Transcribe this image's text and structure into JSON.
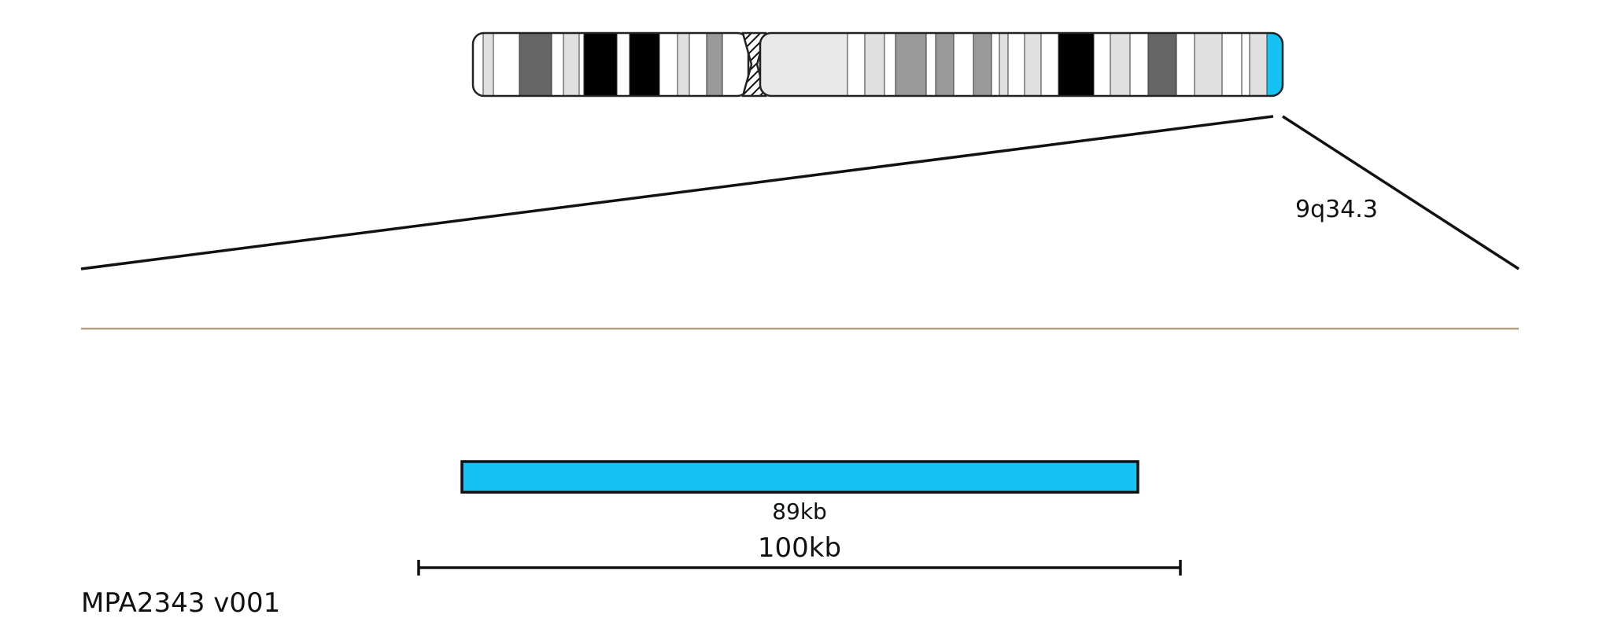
{
  "diagram": {
    "chromosome": "9",
    "band_label": "9q34.3",
    "probe_size_label": "89kb",
    "scale_label": "100kb",
    "product_code": "MPA2343 v001"
  },
  "colors": {
    "highlight": "#16c1f3",
    "outline": "#222222",
    "baseline": "#b49e80",
    "gneg": "#ffffff",
    "gpos25": "#e0e0e0",
    "gpos50": "#9a9a9a",
    "gpos75": "#656565",
    "gpos100": "#000000",
    "gvar": "#e8e8e8"
  },
  "bands": {
    "p_arm": [
      "gneg",
      "gpos25",
      "gneg",
      "gpos75",
      "gneg",
      "gpos25",
      "gneg",
      "gpos100",
      "gneg",
      "gpos100",
      "gneg",
      "gpos25",
      "gneg",
      "gpos50",
      "gneg"
    ],
    "q_arm": [
      "gvar",
      "gneg",
      "gpos25",
      "gneg",
      "gpos50",
      "gneg",
      "gpos50",
      "gneg",
      "gpos50",
      "gneg",
      "gpos25",
      "gneg",
      "gpos25",
      "gneg",
      "gpos100",
      "gneg",
      "gpos25",
      "gneg",
      "gpos75",
      "gneg",
      "gpos25",
      "gneg",
      "gneg",
      "gpos25",
      "highlight"
    ]
  }
}
